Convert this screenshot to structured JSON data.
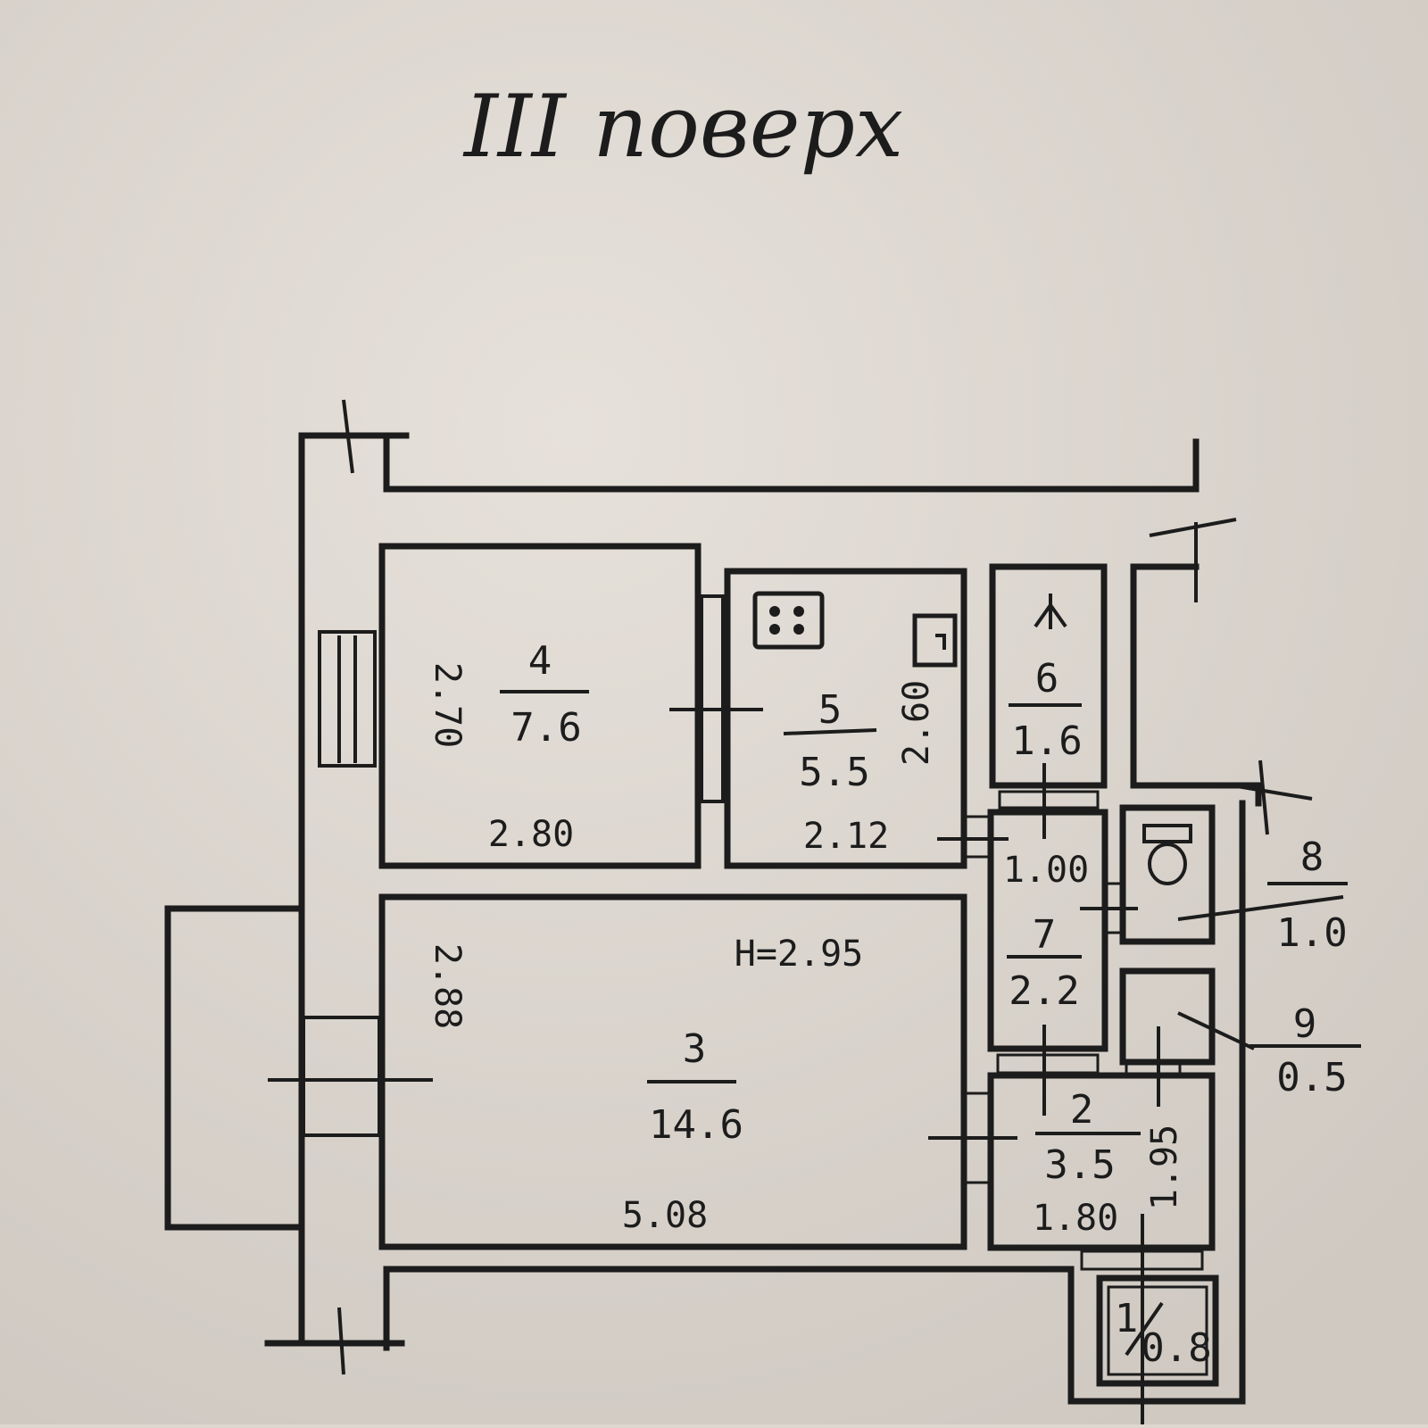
{
  "title": "ІІІ поверх",
  "ceiling_height": "H=2.95",
  "rooms": [
    {
      "number": "4",
      "area": "7.6",
      "width": "2.80",
      "length": "2.70"
    },
    {
      "number": "5",
      "area": "5.5",
      "width": "2.12",
      "length": "2.60"
    },
    {
      "number": "6",
      "area": "1.6"
    },
    {
      "number": "7",
      "area": "2.2",
      "width": "1.00"
    },
    {
      "number": "8",
      "area": "1.0"
    },
    {
      "number": "9",
      "area": "0.5"
    },
    {
      "number": "3",
      "area": "14.6",
      "width": "5.08",
      "length": "2.88"
    },
    {
      "number": "2",
      "area": "3.5",
      "width": "1.80",
      "length": "1.95"
    },
    {
      "number": "1",
      "area": "0.8"
    }
  ]
}
